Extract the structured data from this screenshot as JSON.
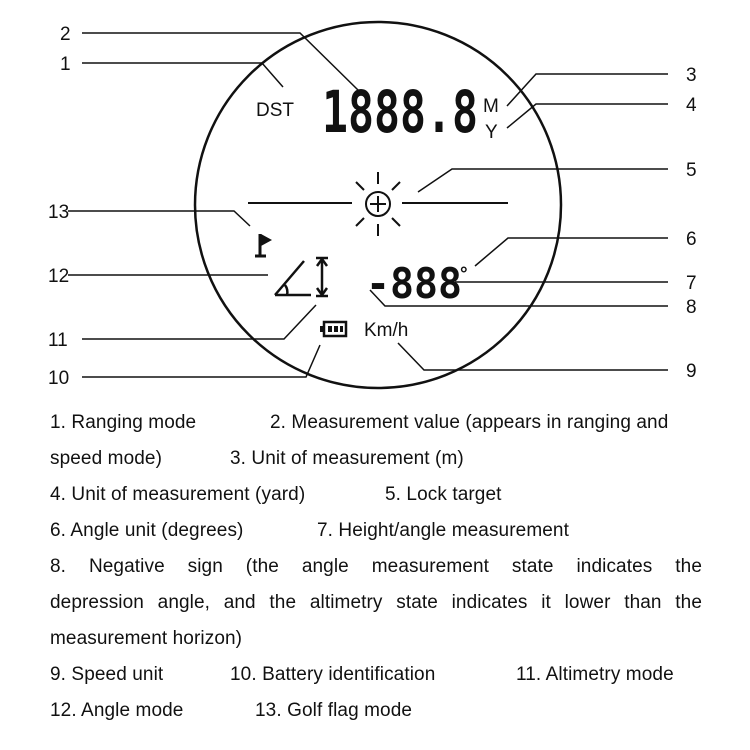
{
  "display": {
    "mode_text": "DST",
    "value_text": "1888.8",
    "unit_m": "M",
    "unit_y": "Y",
    "angle_value": "-888",
    "degree_symbol": "°",
    "speed_unit": "Km/h"
  },
  "callouts": [
    "1",
    "2",
    "3",
    "4",
    "5",
    "6",
    "7",
    "8",
    "9",
    "10",
    "11",
    "12",
    "13"
  ],
  "legend": {
    "item1": "1. Ranging mode",
    "item2a": "2. Measurement value (appears in ranging and",
    "item2b": "speed mode)",
    "item3": "3. Unit of measurement (m)",
    "item4": "4. Unit of measurement (yard)",
    "item5": "5. Lock target",
    "item6": "6. Angle unit (degrees)",
    "item7": "7. Height/angle measurement",
    "item8a": "8. Negative sign (the angle measurement state indicates the",
    "item8b": "depression angle, and the altimetry state indicates it lower than the",
    "item8c": "measurement horizon)",
    "item9": "9. Speed unit",
    "item10": "10. Battery identification",
    "item11": "11. Altimetry mode",
    "item12": "12. Angle mode",
    "item13": "13. Golf flag mode"
  },
  "colors": {
    "ink": "#111111",
    "background": "#ffffff"
  }
}
